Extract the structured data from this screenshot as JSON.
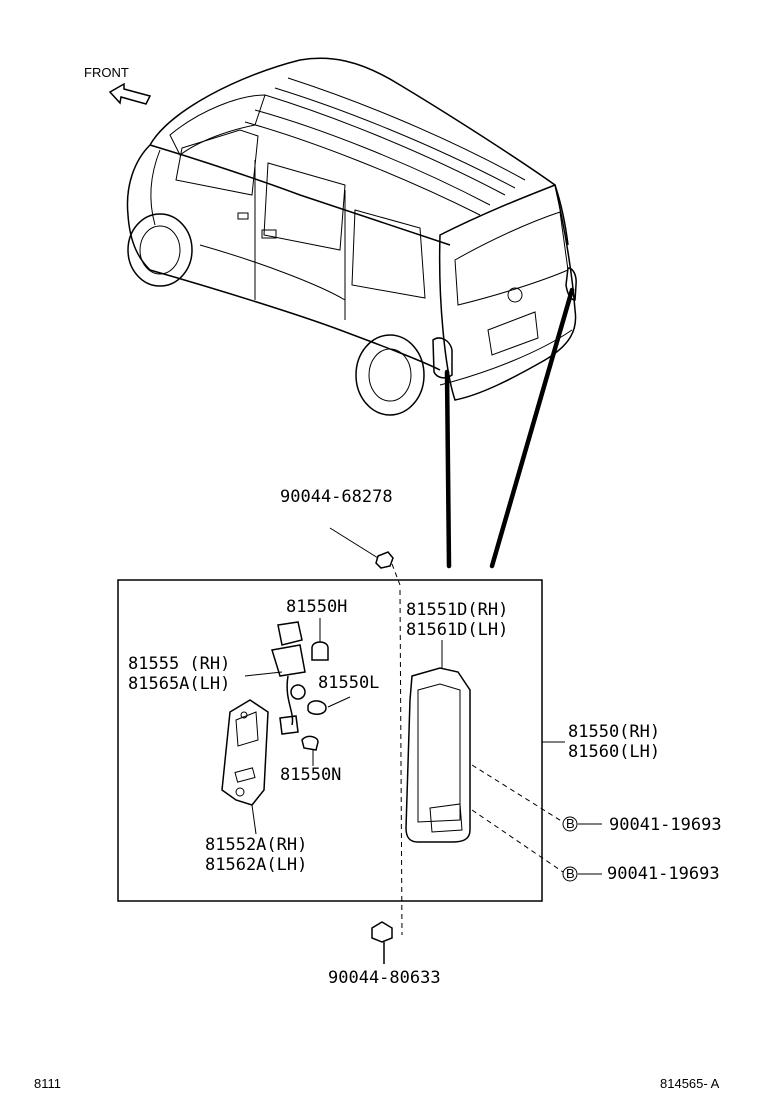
{
  "front_label": "FRONT",
  "parts": {
    "bolt_top": "90044-68278",
    "bolt_bottom": "90044-80633",
    "bulb_h": "81550H",
    "bulb_l": "81550L",
    "bulb_n": "81550N",
    "socket_rh": "81555 (RH)",
    "socket_lh": "81565A(LH)",
    "lens_rh": "81551D(RH)",
    "lens_lh": "81561D(LH)",
    "lamp_rh": "81550(RH)",
    "lamp_lh": "81560(LH)",
    "plate_rh": "81552A(RH)",
    "plate_lh": "81562A(LH)",
    "screw_1": "90041-19693",
    "screw_2": "90041-19693",
    "screw_marker": "B"
  },
  "footer": {
    "left": "8111",
    "right": "814565- A"
  }
}
